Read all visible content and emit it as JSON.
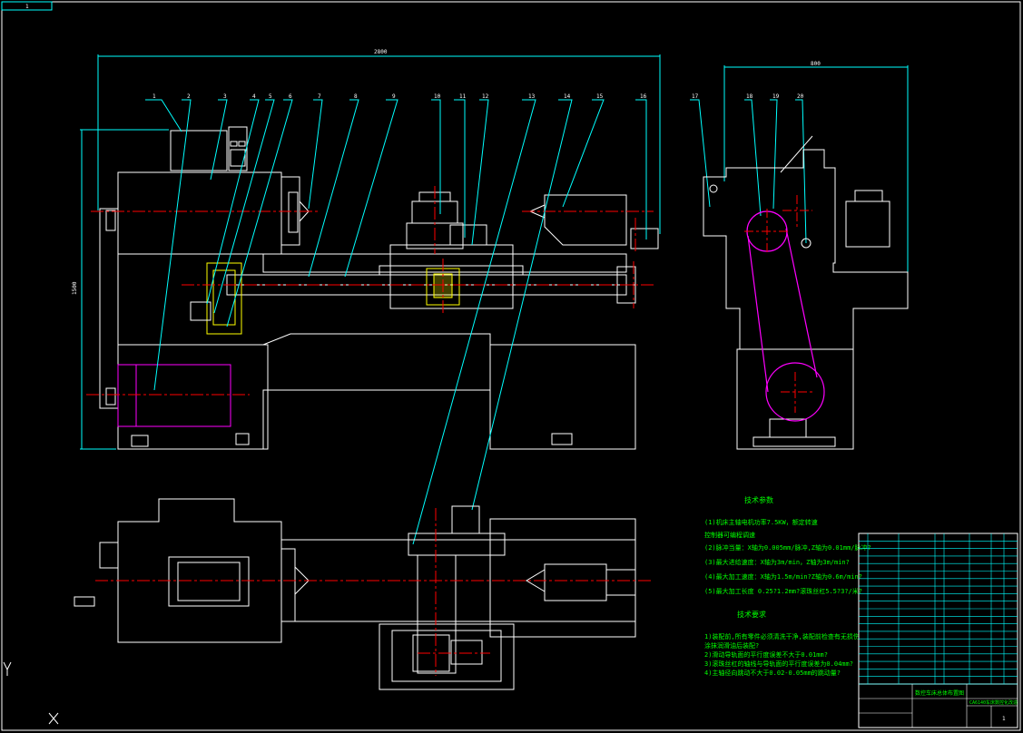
{
  "sheet_tag": "1",
  "dimensions": {
    "overall_length": "2800",
    "overall_height": "1500",
    "end_view_width": "800"
  },
  "balloons": [
    "1",
    "2",
    "3",
    "4",
    "5",
    "6",
    "7",
    "8",
    "9",
    "10",
    "11",
    "12",
    "13",
    "14",
    "15",
    "16",
    "17",
    "18",
    "19",
    "20"
  ],
  "tech_params": {
    "title": "技术参数",
    "lines": [
      "(1)机床主轴电机功率7.5KW，额定转速",
      "    控制器可编程调速",
      "(2)脉冲当量：X轴为0.005mm/脉冲,Z轴为0.01mm/脉冲?",
      "(3)最大进给速度：X轴为3m/min，Z轴为3m/min?",
      "(4)最大加工速度：X轴为1.5m/min?Z轴为0.6m/min?",
      "(5)最大加工长度 0.25?1.2mm?滚珠丝杠5.5?3?/米?"
    ]
  },
  "tech_req": {
    "title": "技术要求",
    "lines": [
      "1)装配前,所有零件必须清洗干净,装配前检查有无损伤",
      "   涂抹润滑油后装配?",
      "2)滑动导轨面的平行度误差不大于0.01mm?",
      "3)滚珠丝杠的轴线与导轨面的平行度误差为0.04mm?",
      "4)主轴径向跳动不大于0.02-0.05mm的跳动量?"
    ]
  },
  "title_block": {
    "drawing_name": "数控车床总体布置图",
    "school": "CA6140车床数控化改造",
    "sheet": "1"
  },
  "colors": {
    "white": "#ffffff",
    "cyan": "#00ffff",
    "green": "#00ff00",
    "red": "#ff0000",
    "magenta": "#ff00ff",
    "yellow": "#ffff00"
  }
}
